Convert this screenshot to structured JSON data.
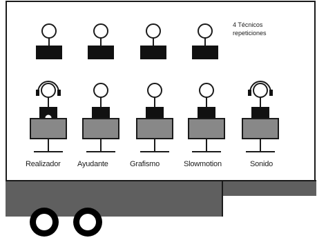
{
  "colors": {
    "line": "#1a1a1a",
    "console": "#888888",
    "truck": "#5f5f5f",
    "monitor": "#111111",
    "background": "#ffffff"
  },
  "technicians_note": {
    "line1": "4 Técnicos",
    "line2": "repeticiones",
    "count": 4
  },
  "top_row": [
    {
      "figure": "technician-1"
    },
    {
      "figure": "technician-2"
    },
    {
      "figure": "technician-3"
    },
    {
      "figure": "technician-4"
    }
  ],
  "stations": [
    {
      "label": "Realizador",
      "headset": true,
      "screen_dot": true
    },
    {
      "label": "Ayudante",
      "headset": false,
      "screen_dot": false
    },
    {
      "label": "Grafismo",
      "headset": false,
      "screen_dot": false
    },
    {
      "label": "Slowmotion",
      "headset": false,
      "screen_dot": false
    },
    {
      "label": "Sonido",
      "headset": true,
      "screen_dot": false
    }
  ],
  "truck": {
    "wheels": 2,
    "icon": "truck-trailer"
  }
}
